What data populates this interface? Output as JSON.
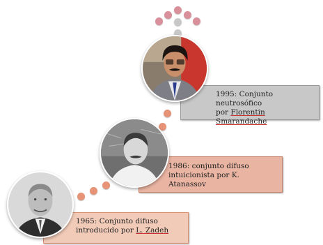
{
  "milestones": [
    {
      "year_text": "1965",
      "line1": ": Conjunto difuso",
      "line2_pre": "introducido por ",
      "line2_underlined": "L. Zadeh",
      "box_color": "#f2cbb8",
      "box_border": "#d98e6e"
    },
    {
      "year_text": "1986",
      "line1": ": conjunto difuso",
      "line2": "intuicionista por K.",
      "line3": "Atanassov",
      "box_color": "#e9b4a2",
      "box_border": "#c9826a"
    },
    {
      "year_text": "1995",
      "line1": ": Conjunto neutrosófico",
      "line2_pre": "por ",
      "line2_underlined": "Florentin Smarandache",
      "box_color": "#c8c8c8",
      "box_border": "#9a9a9a"
    }
  ],
  "dot_colors": {
    "warm": "#e69378",
    "gray": "#bdbdbd",
    "rose": "#d9909a"
  }
}
